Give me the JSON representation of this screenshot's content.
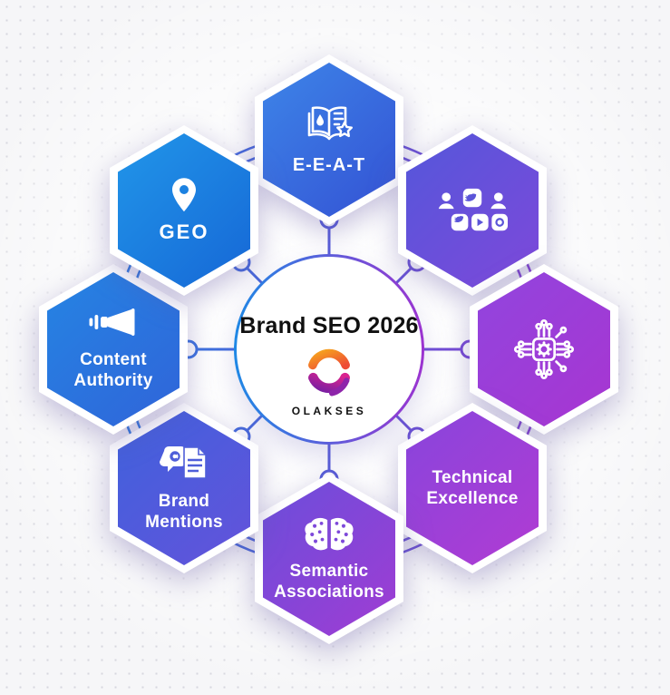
{
  "center": {
    "title": "Brand SEO 2026",
    "brand": "OLAKSES"
  },
  "nodes": [
    {
      "id": "eeat",
      "label": "E-E-A-T",
      "icon": "open-book-star-icon",
      "position": "top",
      "color_from": "#3D85E8",
      "color_to": "#3452D4"
    },
    {
      "id": "social-signals",
      "label": "",
      "icon": "social-media-icon",
      "position": "top-right",
      "color_from": "#5457DA",
      "color_to": "#7E48DA"
    },
    {
      "id": "ai-chip",
      "label": "",
      "icon": "chip-circuit-icon",
      "position": "right",
      "color_from": "#9145DE",
      "color_to": "#A835D1"
    },
    {
      "id": "technical-excellence",
      "label": "Technical Excellence",
      "icon": "",
      "position": "bottom-right",
      "color_from": "#8845DC",
      "color_to": "#B13BD3"
    },
    {
      "id": "semantic-associations",
      "label": "Semantic Associations",
      "icon": "brain-icon",
      "position": "bottom",
      "color_from": "#6B4EDB",
      "color_to": "#A03CD3"
    },
    {
      "id": "brand-mentions",
      "label": "Brand Mentions",
      "icon": "speech-bubble-document-icon",
      "position": "bottom-left",
      "color_from": "#3F62DC",
      "color_to": "#6452DB"
    },
    {
      "id": "content-authority",
      "label": "Content Authority",
      "icon": "megaphone-icon",
      "position": "left",
      "color_from": "#2584E3",
      "color_to": "#3064D9"
    },
    {
      "id": "geo",
      "label": "GEO",
      "icon": "location-pin-icon",
      "position": "top-left",
      "color_from": "#2196E9",
      "color_to": "#1667D6"
    }
  ],
  "connectors": {
    "ring_color_left": "#1E88E5",
    "ring_color_right": "#9C33D0",
    "node_fill": "#ffffff"
  },
  "logo_colors": {
    "orange": "#F6A21E",
    "red": "#EE4B36",
    "magenta": "#D9238F",
    "purple": "#7B1FA2"
  }
}
